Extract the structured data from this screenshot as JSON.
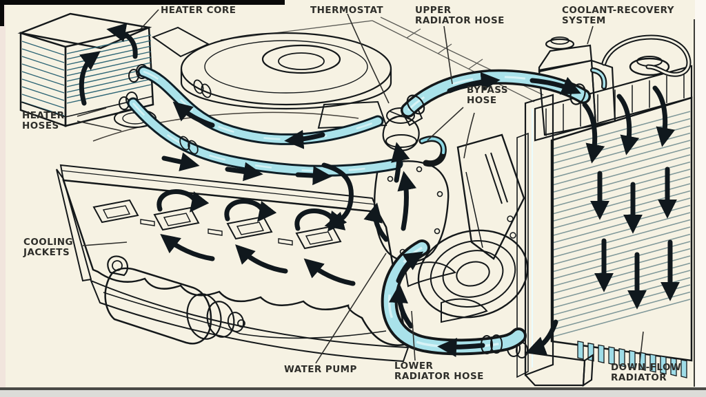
{
  "colors": {
    "background": "#f6f2e3",
    "coolant": "#a9e2ea",
    "coolant_light": "#cfeef3",
    "coolant_shade": "#7fcddb",
    "outline": "#14181a",
    "flow_arrow": "#10181d",
    "label_text": "#2e2e2a"
  },
  "labels": {
    "heater_core": "HEATER CORE",
    "thermostat": "THERMOSTAT",
    "upper_radiator_hose": "UPPER\nRADIATOR HOSE",
    "coolant_recovery_system": "COOLANT-RECOVERY\nSYSTEM",
    "bypass_hose": "BYPASS\nHOSE",
    "heater_hoses": "HEATER\nHOSES",
    "cooling_jackets": "COOLING\nJACKETS",
    "water_pump": "WATER PUMP",
    "lower_radiator_hose": "LOWER\nRADIATOR HOSE",
    "down_flow_radiator": "DOWN-FLOW\nRADIATOR"
  }
}
